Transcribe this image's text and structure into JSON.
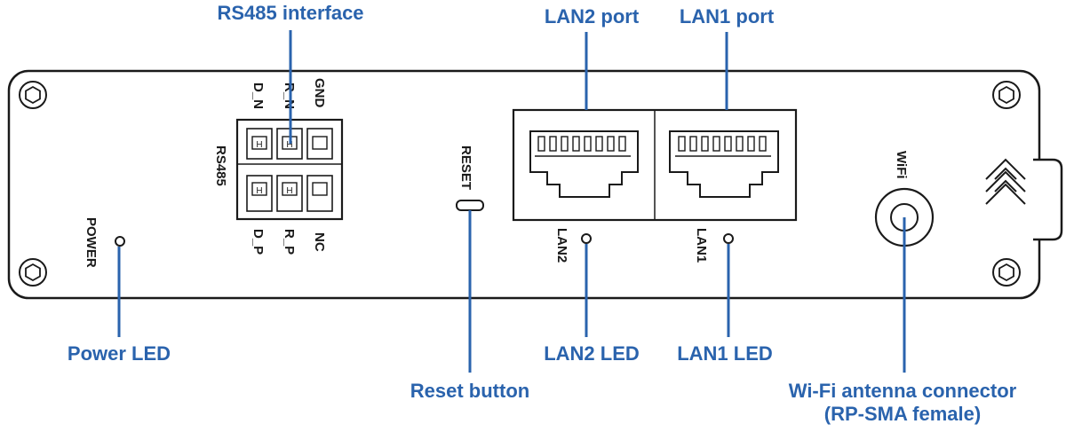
{
  "callouts": {
    "rs485_interface": "RS485 interface",
    "lan2_port": "LAN2 port",
    "lan1_port": "LAN1 port",
    "power_led": "Power LED",
    "lan2_led": "LAN2 LED",
    "lan1_led": "LAN1 LED",
    "reset_button": "Reset button",
    "wifi_connector_line1": "Wi-Fi antenna connector",
    "wifi_connector_line2": "(RP-SMA female)"
  },
  "panel_labels": {
    "terminal_top": [
      "D_N",
      "R_N",
      "GND"
    ],
    "terminal_bottom": [
      "D_P",
      "R_P",
      "NC"
    ],
    "rs485": "RS485",
    "power": "POWER",
    "reset": "RESET",
    "lan2": "LAN2",
    "lan1": "LAN1",
    "wifi": "WiFi"
  },
  "colors": {
    "callout": "#2a63ad",
    "outline": "#1a1a1a",
    "background": "#ffffff"
  }
}
